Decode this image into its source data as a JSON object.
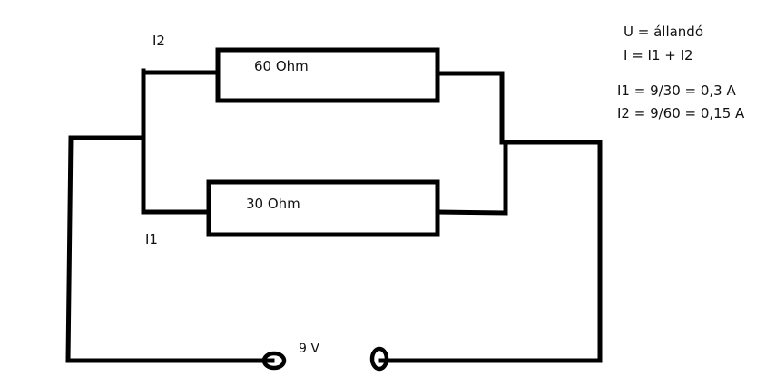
{
  "diagram": {
    "type": "circuit",
    "components": {
      "resistor_top": {
        "label": "60 Ohm"
      },
      "resistor_bottom": {
        "label": "30 Ohm"
      },
      "source": {
        "label": "9 V"
      }
    },
    "currents": {
      "top_branch": "I2",
      "bottom_branch": "I1"
    },
    "notes": [
      "U = állandó",
      "I = I1 + I2",
      "I1 = 9/30 = 0,3 A",
      "I2 = 9/60 = 0,15 A"
    ]
  }
}
